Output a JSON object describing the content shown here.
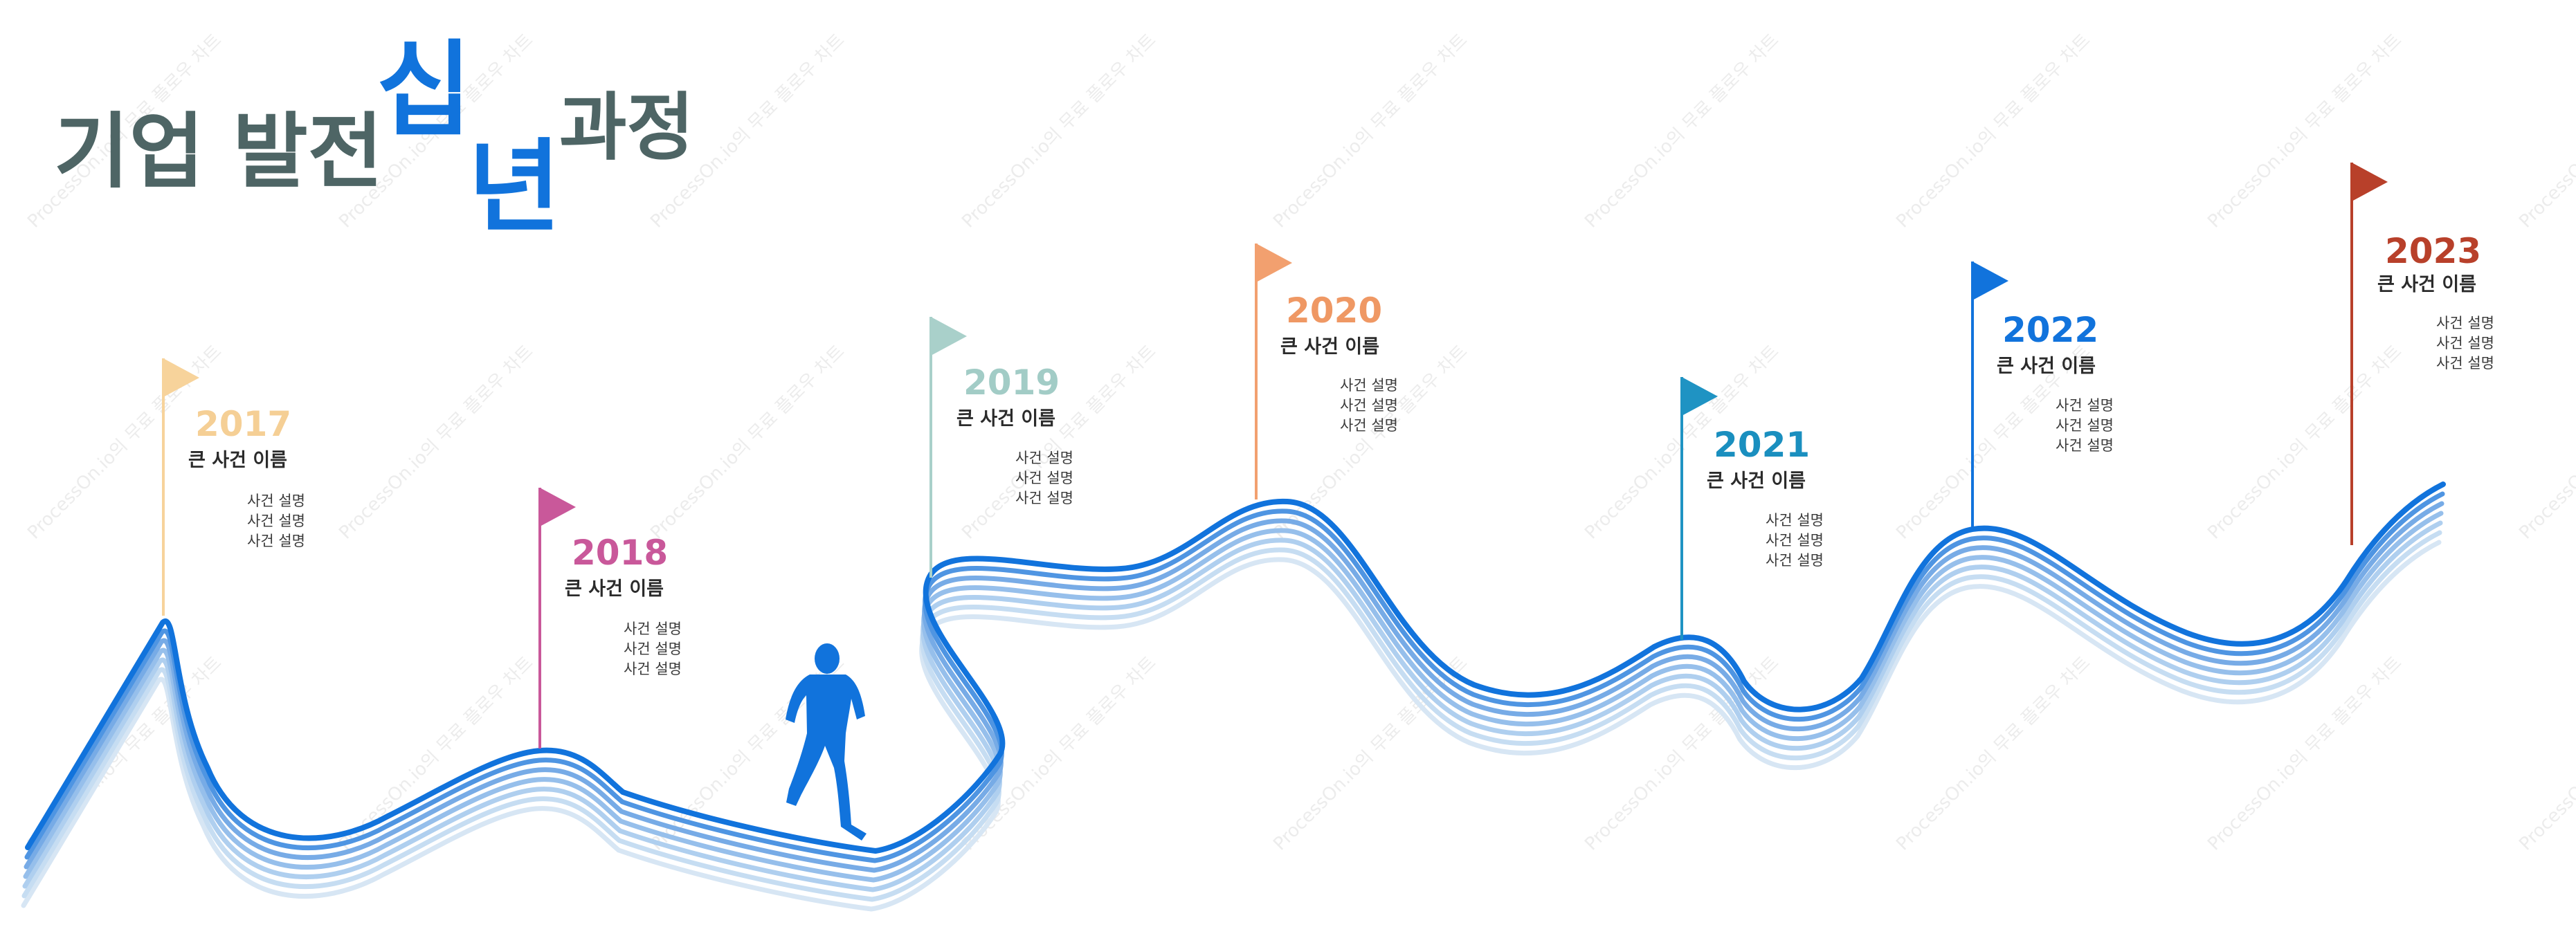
{
  "title": {
    "main": "기업 발전",
    "big1": "십",
    "big2": "년",
    "rest": "과정",
    "main_color": "#4e6565",
    "accent_color": "#1173dc"
  },
  "watermark": "ProcessOn.io의 무료 플로우 차트",
  "road": {
    "colors": [
      "#1173dc",
      "#4f95e2",
      "#77abe6",
      "#96bfeb",
      "#afcfef",
      "#c6ddf2",
      "#d7e6f4"
    ]
  },
  "runner": {
    "icon": "runner-silhouette-icon",
    "color": "#1173dc"
  },
  "milestones": [
    {
      "year": "2017",
      "event": "큰 사건 이름",
      "details": [
        "사건 설명",
        "사건 설명",
        "사건 설명"
      ],
      "color": "#f5cf95",
      "flag_color": "#f7d39b"
    },
    {
      "year": "2018",
      "event": "큰 사건 이름",
      "details": [
        "사건 설명",
        "사건 설명",
        "사건 설명"
      ],
      "color": "#c9589a",
      "flag_color": "#c9589a"
    },
    {
      "year": "2019",
      "event": "큰 사건 이름",
      "details": [
        "사건 설명",
        "사건 설명",
        "사건 설명"
      ],
      "color": "#a2ccc6",
      "flag_color": "#a9d0ca"
    },
    {
      "year": "2020",
      "event": "큰 사건 이름",
      "details": [
        "사건 설명",
        "사건 설명",
        "사건 설명"
      ],
      "color": "#ef9864",
      "flag_color": "#f2a06f"
    },
    {
      "year": "2021",
      "event": "큰 사건 이름",
      "details": [
        "사건 설명",
        "사건 설명",
        "사건 설명"
      ],
      "color": "#1a8fbf",
      "flag_color": "#1f93c3"
    },
    {
      "year": "2022",
      "event": "큰 사건 이름",
      "details": [
        "사건 설명",
        "사건 설명",
        "사건 설명"
      ],
      "color": "#1173dc",
      "flag_color": "#1173dc"
    },
    {
      "year": "2023",
      "event": "큰 사건 이름",
      "details": [
        "사건 설명",
        "사건 설명",
        "사건 설명"
      ],
      "color": "#b8402a",
      "flag_color": "#b8402a"
    }
  ]
}
